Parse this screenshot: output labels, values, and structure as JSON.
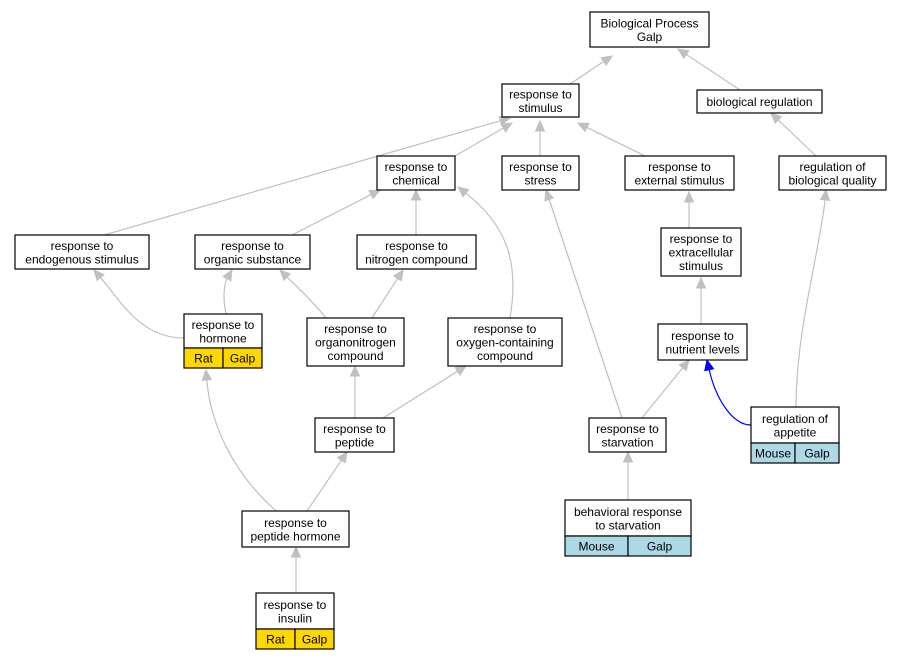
{
  "colors": {
    "rat": "#ffd700",
    "mouse": "#add8e6",
    "edge": "#c0c0c0",
    "highlight_edge": "#0000ff"
  },
  "nodes": {
    "bp": {
      "lines": [
        "Biological Process",
        "Galp"
      ]
    },
    "rts": {
      "lines": [
        "response to",
        "stimulus"
      ]
    },
    "breg": {
      "lines": [
        "biological regulation"
      ]
    },
    "rch": {
      "lines": [
        "response to",
        "chemical"
      ]
    },
    "rst": {
      "lines": [
        "response to",
        "stress"
      ]
    },
    "rext": {
      "lines": [
        "response to",
        "external stimulus"
      ]
    },
    "rbq": {
      "lines": [
        "regulation of",
        "biological quality"
      ]
    },
    "rend": {
      "lines": [
        "response to",
        "endogenous stimulus"
      ]
    },
    "ros": {
      "lines": [
        "response to",
        "organic substance"
      ]
    },
    "rnc": {
      "lines": [
        "response to",
        "nitrogen compound"
      ]
    },
    "rextra": {
      "lines": [
        "response to",
        "extracellular",
        "stimulus"
      ]
    },
    "rhorm": {
      "lines": [
        "response to",
        "hormone"
      ],
      "tags": [
        "Rat",
        "Galp"
      ],
      "species": "rat"
    },
    "ron": {
      "lines": [
        "response to",
        "organonitrogen",
        "compound"
      ]
    },
    "roc": {
      "lines": [
        "response to",
        "oxygen-containing",
        "compound"
      ]
    },
    "rnl": {
      "lines": [
        "response to",
        "nutrient levels"
      ]
    },
    "rpep": {
      "lines": [
        "response to",
        "peptide"
      ]
    },
    "rstarv": {
      "lines": [
        "response to",
        "starvation"
      ]
    },
    "rapp": {
      "lines": [
        "regulation of",
        "appetite"
      ],
      "tags": [
        "Mouse",
        "Galp"
      ],
      "species": "mouse"
    },
    "rph": {
      "lines": [
        "response to",
        "peptide hormone"
      ]
    },
    "bstarv": {
      "lines": [
        "behavioral response",
        "to starvation"
      ],
      "tags": [
        "Mouse",
        "Galp"
      ],
      "species": "mouse"
    },
    "rins": {
      "lines": [
        "response to",
        "insulin"
      ],
      "tags": [
        "Rat",
        "Galp"
      ],
      "species": "rat"
    }
  },
  "edges": [
    [
      "rts",
      "bp"
    ],
    [
      "breg",
      "bp"
    ],
    [
      "rch",
      "rts"
    ],
    [
      "rst",
      "rts"
    ],
    [
      "rext",
      "rts"
    ],
    [
      "rend",
      "rts"
    ],
    [
      "rbq",
      "breg"
    ],
    [
      "ros",
      "rch"
    ],
    [
      "rnc",
      "rch"
    ],
    [
      "roc",
      "rch"
    ],
    [
      "rhorm",
      "rend"
    ],
    [
      "rhorm",
      "ros"
    ],
    [
      "ron",
      "ros"
    ],
    [
      "ron",
      "rnc"
    ],
    [
      "rextra",
      "rext"
    ],
    [
      "rnl",
      "rextra"
    ],
    [
      "rpep",
      "ron"
    ],
    [
      "rpep",
      "roc"
    ],
    [
      "rph",
      "rpep"
    ],
    [
      "rph",
      "rhorm"
    ],
    [
      "rins",
      "rph"
    ],
    [
      "rstarv",
      "rst"
    ],
    [
      "rstarv",
      "rnl"
    ],
    [
      "bstarv",
      "rstarv"
    ],
    [
      "rapp",
      "rbq"
    ],
    [
      "rapp",
      "rnl",
      "highlight"
    ]
  ]
}
